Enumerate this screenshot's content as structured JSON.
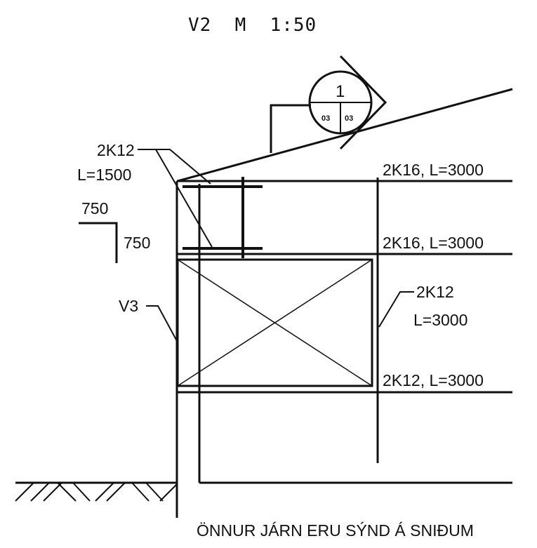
{
  "title": "V2  M  1:50",
  "section_marker": {
    "number": "1",
    "left_sheet": "03",
    "right_sheet": "03"
  },
  "labels": {
    "bar_2k12_short": "2K12",
    "bar_2k12_short_length": "L=1500",
    "bend_dim_horizontal": "750",
    "bend_dim_vertical": "750",
    "top_bar": "2K16, L=3000",
    "second_bar": "2K16, L=3000",
    "vertical_bar": "2K12",
    "vertical_bar_length": "L=3000",
    "bottom_bar": "2K12, L=3000",
    "wall_label": "V3"
  },
  "note": "ÖNNUR JÁRN ERU SÝND Á SNIÐUM"
}
